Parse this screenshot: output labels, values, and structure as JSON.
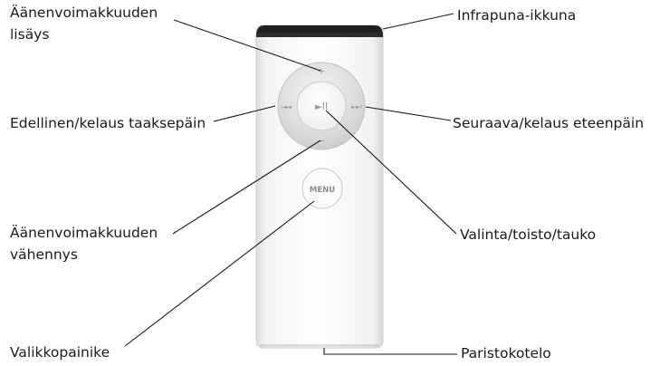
{
  "labels": {
    "volume_up": [
      "Äänenvoimakkuuden",
      "lisäys"
    ],
    "infrared": "Infrapuna-ikkuna",
    "previous": "Edellinen/kelaus taaksepäin",
    "next": "Seuraava/kelaus eteenpäin",
    "volume_down": [
      "Äänenvoimakkuuden",
      "vähennys"
    ],
    "select_play": "Valinta/toisto/tauko",
    "menu_button": "Valikkopainike",
    "battery": "Paristokotelo"
  },
  "remote": {
    "menu_text": "MENU",
    "play_pause_glyph": "►II",
    "plus_glyph": "+",
    "minus_glyph": "−",
    "prev_glyph": "I◄◄",
    "next_glyph": "►►I"
  }
}
